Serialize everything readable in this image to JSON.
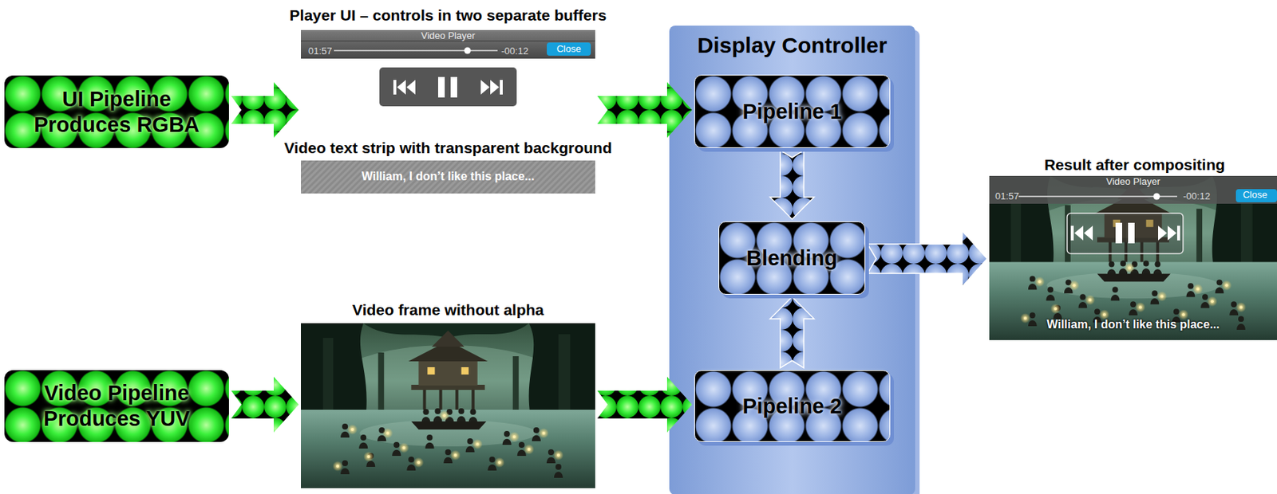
{
  "diagram": {
    "nodes": [
      {
        "text": [
          "UI Pipeline Produces RGBA"
        ]
      },
      {
        "text": [
          "Player UI – controls in two separate buffers",
          "Video Player",
          "01:57",
          "-00:12",
          "Close"
        ]
      },
      {
        "text": [
          "Video text strip with transparent background",
          "William, I don’t like this place..."
        ]
      },
      {
        "text": [
          "Video Pipeline Produces YUV"
        ]
      },
      {
        "text": [
          "Video frame without alpha"
        ]
      },
      {
        "text": [
          "Display Controller"
        ]
      },
      {
        "text": [
          "Pipeline 1"
        ],
        "in": 5
      },
      {
        "text": [
          "Blending"
        ],
        "in": 5
      },
      {
        "text": [
          "Pipeline 2"
        ],
        "in": 5
      },
      {
        "text": [
          "Result after compositing",
          "Video Player",
          "01:57",
          "-00:12",
          "Close",
          "William, I don’t like this place..."
        ]
      }
    ],
    "edges": [
      {
        "from": 0,
        "to": 1,
        "arrow": "to"
      },
      {
        "from": 1,
        "to": 6,
        "arrow": "to"
      },
      {
        "from": 3,
        "to": 4,
        "arrow": "to"
      },
      {
        "from": 4,
        "to": 8,
        "arrow": "to"
      },
      {
        "from": 6,
        "to": 7,
        "arrow": "to"
      },
      {
        "from": 8,
        "to": 7,
        "arrow": "to"
      },
      {
        "from": 7,
        "to": 9,
        "arrow": "to"
      }
    ]
  }
}
